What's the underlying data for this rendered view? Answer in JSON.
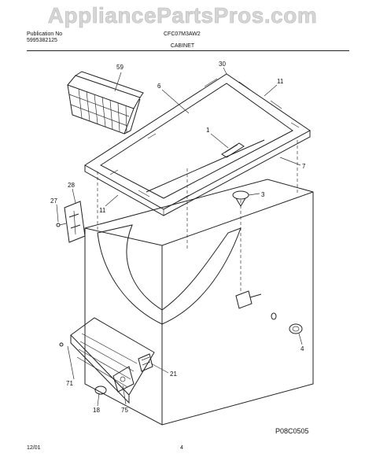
{
  "watermark": "AppliancePartsPros.com",
  "header": {
    "publication_label": "Publication No",
    "publication_number": "5995382125",
    "model": "CFC07M3AW2",
    "section": "CABINET"
  },
  "callouts": [
    "59",
    "6",
    "30",
    "11",
    "1",
    "7",
    "3",
    "28",
    "27",
    "11",
    "4",
    "21",
    "71",
    "18",
    "75"
  ],
  "diagram_code": "P08C0505",
  "footer": {
    "date": "12/01",
    "page": "4"
  }
}
